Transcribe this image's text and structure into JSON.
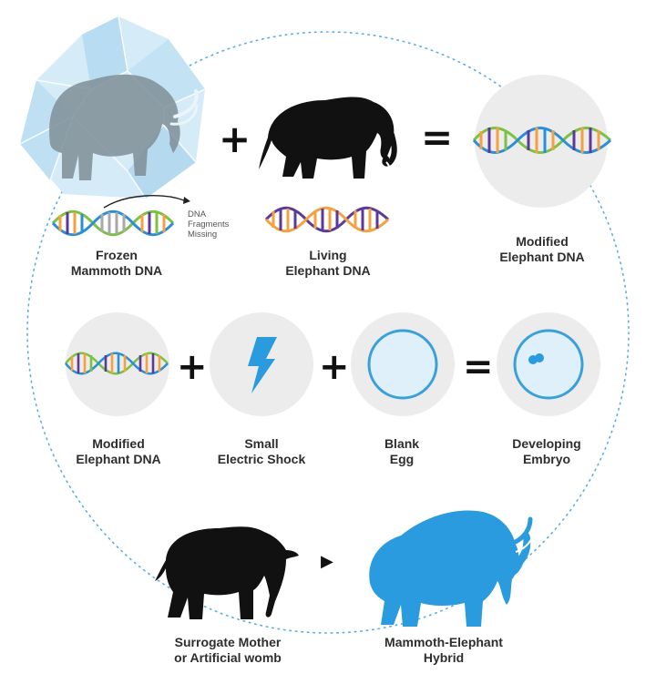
{
  "labels": {
    "frozen_mammoth_dna": "Frozen\nMammoth DNA",
    "living_elephant_dna": "Living\nElephant DNA",
    "modified_elephant_dna_top": "Modified\nElephant DNA",
    "dna_fragments_missing": "DNA\nFragments\nMissing",
    "modified_elephant_dna": "Modified\nElephant DNA",
    "small_electric_shock": "Small\nElectric Shock",
    "blank_egg": "Blank\nEgg",
    "developing_embryo": "Developing\nEmbryo",
    "surrogate_mother": "Surrogate Mother\nor Artificial womb",
    "hybrid": "Mammoth-Elephant\nHybrid"
  },
  "operators": {
    "plus": "+",
    "equals": "=",
    "arrow": "▶"
  },
  "colors": {
    "dna_green": "#7bc143",
    "dna_orange": "#f5a142",
    "dna_purple": "#5b3a9a",
    "dna_blue": "#2a8fd6",
    "dna_gray": "#a9a9a9",
    "ice_blue": "#cfe8f6",
    "hybrid_blue": "#2b9be0",
    "egg_blue": "#3aa0dc",
    "circle_gray": "#ececec",
    "dotted_line": "#5aaee0"
  },
  "icons": {
    "frozen_mammoth": "mammoth-in-ice-icon",
    "elephant_black": "elephant-silhouette-icon",
    "dna_helix": "dna-helix-icon",
    "electric_shock": "lightning-bolt-icon",
    "egg": "egg-cell-icon",
    "embryo": "embryo-cell-icon",
    "surrogate": "elephant-silhouette-icon",
    "hybrid": "mammoth-silhouette-icon"
  }
}
